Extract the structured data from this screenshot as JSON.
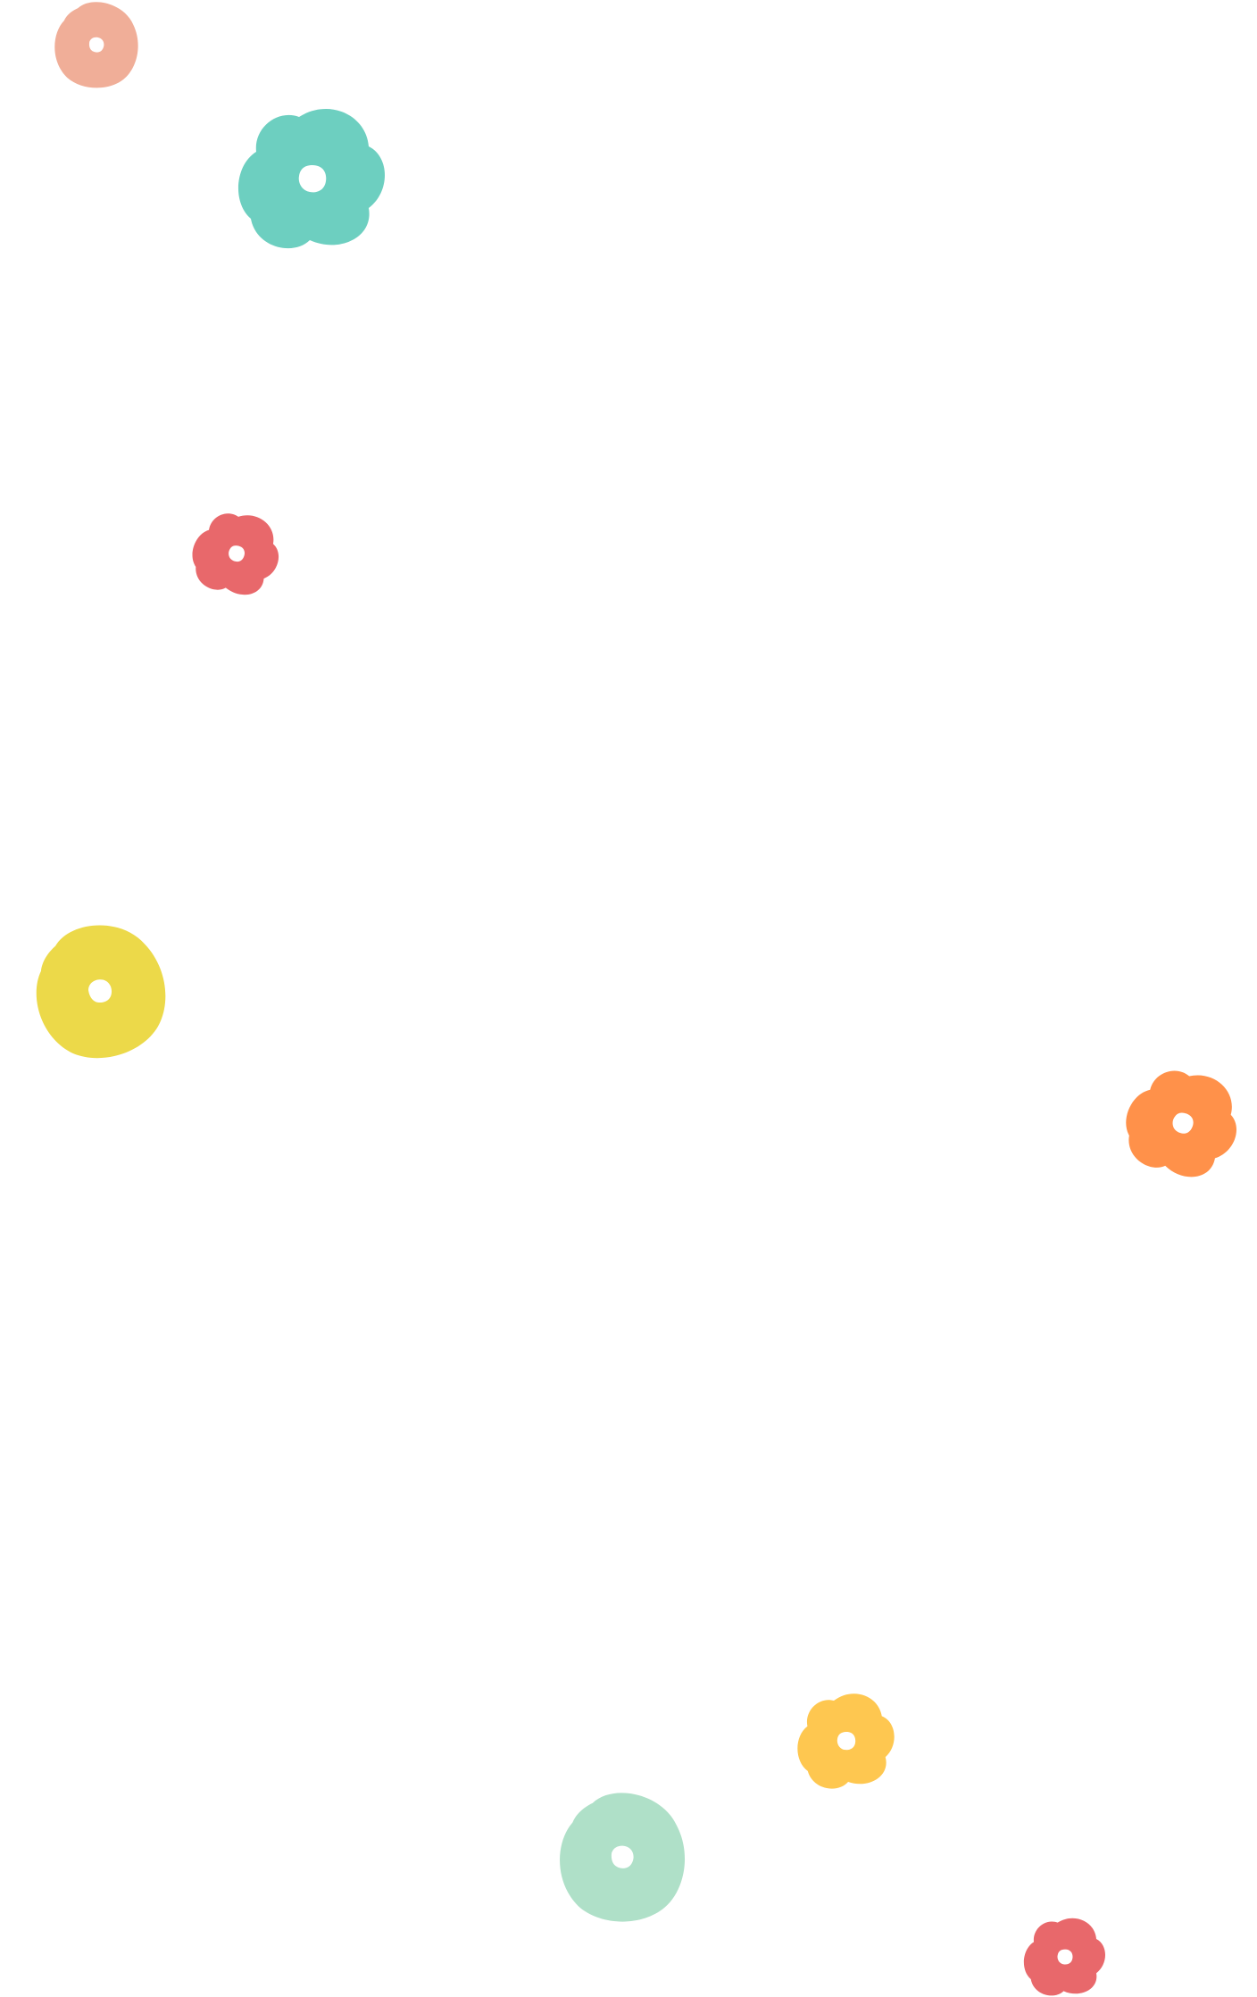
{
  "background": "#ffffff",
  "flowers": [
    {
      "id": "flower-1",
      "color": "#f0ae98",
      "shape": "blob-flower"
    },
    {
      "id": "flower-2",
      "color": "#6dcfc0",
      "shape": "blob-flower"
    },
    {
      "id": "flower-3",
      "color": "#e8686b",
      "shape": "blob-flower"
    },
    {
      "id": "flower-4",
      "color": "#ecd949",
      "shape": "blob-flower"
    },
    {
      "id": "flower-5",
      "color": "#ff914a",
      "shape": "blob-flower"
    },
    {
      "id": "flower-6",
      "color": "#fec750",
      "shape": "blob-flower"
    },
    {
      "id": "flower-7",
      "color": "#afe0c8",
      "shape": "blob-flower"
    },
    {
      "id": "flower-8",
      "color": "#e8686b",
      "shape": "blob-flower"
    }
  ]
}
